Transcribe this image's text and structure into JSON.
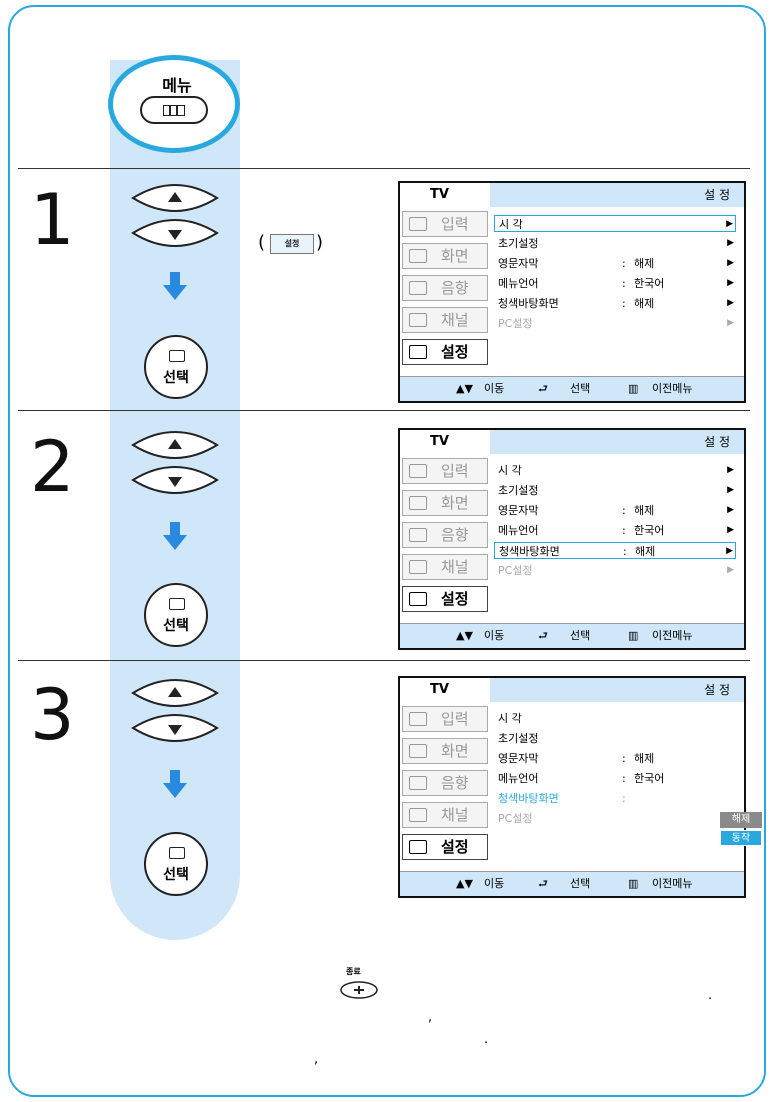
{
  "menu_button": {
    "label": "메뉴"
  },
  "select_label": "선택",
  "setup_chip": {
    "label": "설정",
    "open": "(",
    "close": ")"
  },
  "steps": [
    "1",
    "2",
    "3"
  ],
  "osd": {
    "tv_label": "TV",
    "header_title": "설 정",
    "side_items": [
      "입력",
      "화면",
      "음향",
      "채널",
      "설정"
    ],
    "rows": [
      {
        "key": "시  각",
        "value": "",
        "sep": ""
      },
      {
        "key": "초기설정",
        "value": "",
        "sep": ""
      },
      {
        "key": "영문자막",
        "value": "해제",
        "sep": ":"
      },
      {
        "key": "메뉴언어",
        "value": "한국어",
        "sep": ":"
      },
      {
        "key": "청색바탕화면",
        "value": "해제",
        "sep": ":"
      },
      {
        "key": "PC설정",
        "value": "",
        "sep": ""
      }
    ],
    "footer": {
      "move": "이동",
      "select": "선택",
      "prev": "이전메뉴"
    },
    "popup_options": [
      "해제",
      "동작"
    ]
  },
  "exit_button_label": "종료",
  "bottom_punct": [
    ".",
    ",",
    ".",
    ","
  ],
  "colors": {
    "accent": "#29a8e0",
    "panel": "#cfe7f8"
  }
}
